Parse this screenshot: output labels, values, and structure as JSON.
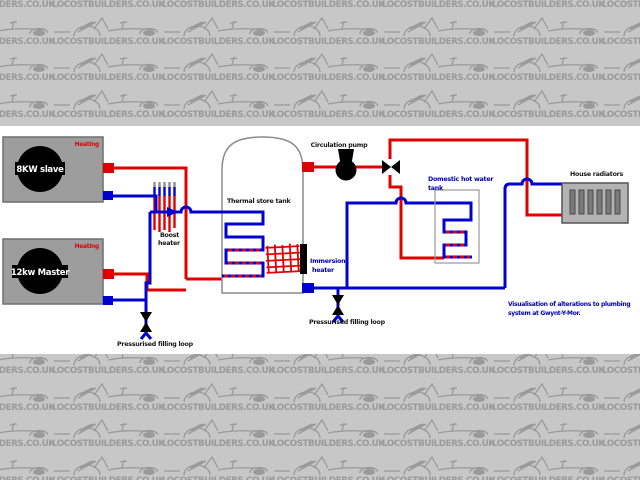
{
  "watermark": {
    "text": "LOCOSTBUILDERS.CO.UK"
  },
  "colors": {
    "bg": "#c7c7c7",
    "watermark": "#9a9a9a",
    "canvas": "#ffffff",
    "pipe_red": "#e10000",
    "pipe_blue": "#0000d2",
    "label_blue": "#0000b4",
    "label_red": "#dd0000",
    "box_gray": "#9d9d9d",
    "box_border": "#6f6f6f",
    "radiator_gray": "#b3b3b3",
    "bar_gray": "#7a7a7a",
    "tank_border": "#8a8a8a"
  },
  "diagram": {
    "heat_pump_slave": {
      "label": "8KW slave",
      "mode": "Heating"
    },
    "heat_pump_master": {
      "label": "12kw Master",
      "mode": "Heating"
    },
    "boost_heater": {
      "line1": "Boost",
      "line2": "heater"
    },
    "thermal_store": {
      "label": "Thermal store tank"
    },
    "immersion_heater": {
      "line1": "Immersion",
      "line2": "heater"
    },
    "circulation_pump": {
      "label": "Circulation pump"
    },
    "dhw_tank": {
      "line1": "Domestic hot water",
      "line2": "tank"
    },
    "radiators": {
      "label": "House radiators"
    },
    "filling_loop_left": {
      "label": "Pressurised filling loop"
    },
    "filling_loop_right": {
      "label": "Pressurised filling loop"
    },
    "caption": {
      "line1": "Visualisation of alterations to plumbing",
      "line2": "system at Gwynt-Y-Mor."
    }
  }
}
